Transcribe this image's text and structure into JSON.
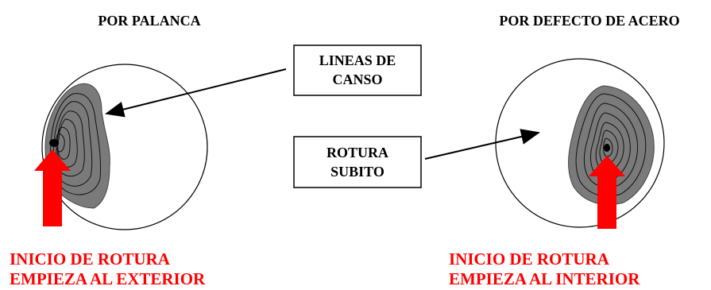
{
  "left": {
    "title": "POR PALANCA",
    "caption_line1": "INICIO DE ROTURA",
    "caption_line2": "EMPIEZA AL EXTERIOR"
  },
  "right": {
    "title": "POR DEFECTO DE ACERO",
    "caption_line1": "INICIO DE ROTURA",
    "caption_line2": "EMPIEZA AL INTERIOR"
  },
  "box_top": {
    "line1": "LINEAS DE",
    "line2": "CANSO"
  },
  "box_bottom": {
    "line1": "ROTURA",
    "line2": "SUBITO"
  },
  "colors": {
    "caption": "#ff0000",
    "arrow": "#ff0000",
    "fatigue_zone": "#7a7a7a",
    "text": "#000000"
  }
}
